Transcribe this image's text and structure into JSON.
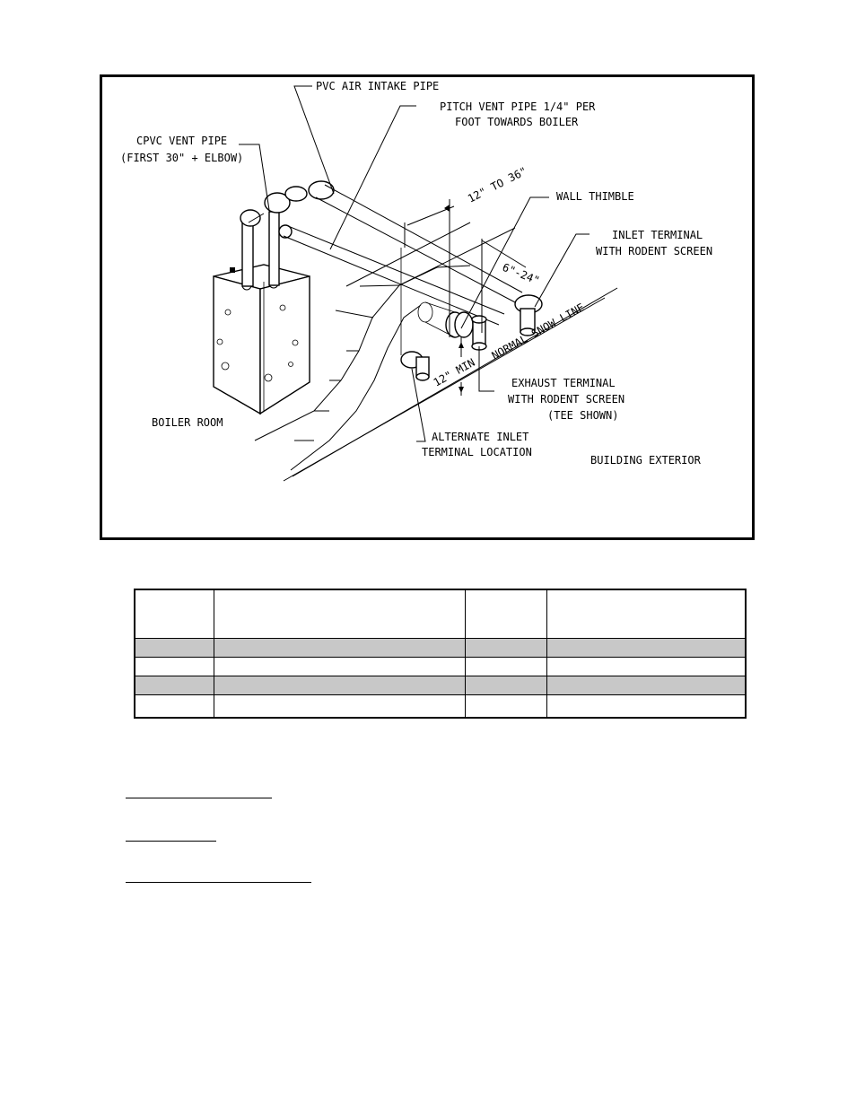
{
  "diagram": {
    "labels": {
      "pvc_air_intake": "PVC AIR INTAKE PIPE",
      "pitch_vent_line1": "PITCH VENT PIPE 1/4\" PER",
      "pitch_vent_line2": "FOOT TOWARDS BOILER",
      "cpvc_line1": "CPVC VENT PIPE",
      "cpvc_line2": "(FIRST 30\" + ELBOW)",
      "dim_12_36": "12\" TO 36\"",
      "wall_thimble": "WALL THIMBLE",
      "inlet_terminal_line1": "INLET TERMINAL",
      "inlet_terminal_line2": "WITH RODENT SCREEN",
      "dim_6_24": "6\"-24\"",
      "normal_snow_line": "NORMAL SNOW LINE",
      "dim_12_min": "12\" MIN",
      "exhaust_line1": "EXHAUST TERMINAL",
      "exhaust_line2": "WITH RODENT SCREEN",
      "exhaust_line3": "(TEE SHOWN)",
      "boiler_room": "BOILER ROOM",
      "alt_inlet_line1": "ALTERNATE INLET",
      "alt_inlet_line2": "TERMINAL LOCATION",
      "building_exterior": "BUILDING EXTERIOR"
    }
  },
  "table": {
    "rows": [
      {
        "shaded": false,
        "cells": [
          "",
          "",
          "",
          ""
        ]
      },
      {
        "shaded": true,
        "cells": [
          "",
          "",
          "",
          ""
        ]
      },
      {
        "shaded": false,
        "cells": [
          "",
          "",
          "",
          ""
        ]
      },
      {
        "shaded": true,
        "cells": [
          "",
          "",
          "",
          ""
        ]
      },
      {
        "shaded": false,
        "cells": [
          "",
          "",
          "",
          ""
        ]
      }
    ]
  }
}
